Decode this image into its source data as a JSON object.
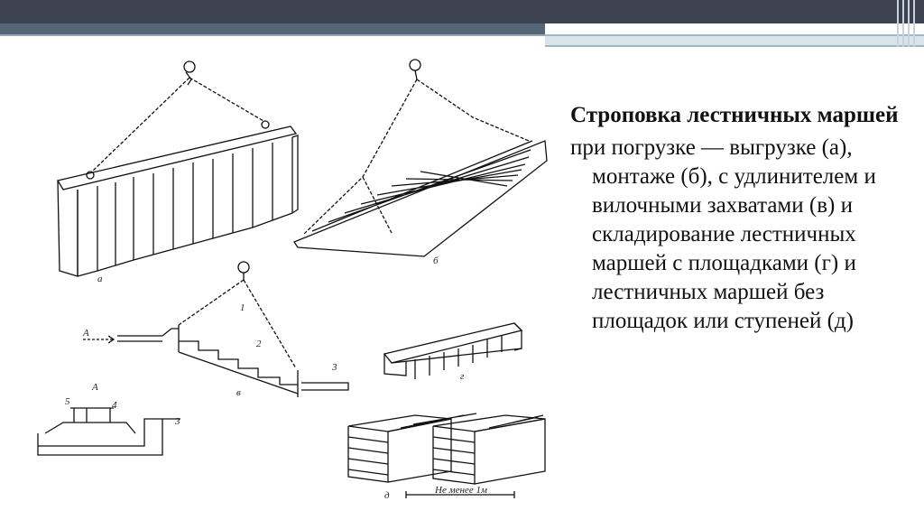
{
  "title": "Строповка лестничных маршей",
  "description": "при погрузке — выгрузке (а), монтаже (б), с удлинителем и вилочными захватами (в) и складирование лестничных маршей с площадками (г) и лестничных маршей без площадок или ступеней (д)",
  "figure": {
    "label_a": "а",
    "label_b": "б",
    "label_v": "в",
    "label_g": "г",
    "label_d": "д",
    "arrow_A": "А",
    "section_A": "А",
    "callout_1": "1",
    "callout_2": "2",
    "callout_3": "3",
    "callout_3b": "3",
    "callout_4": "4",
    "callout_5": "5",
    "dimension": "Не менее 1м"
  }
}
